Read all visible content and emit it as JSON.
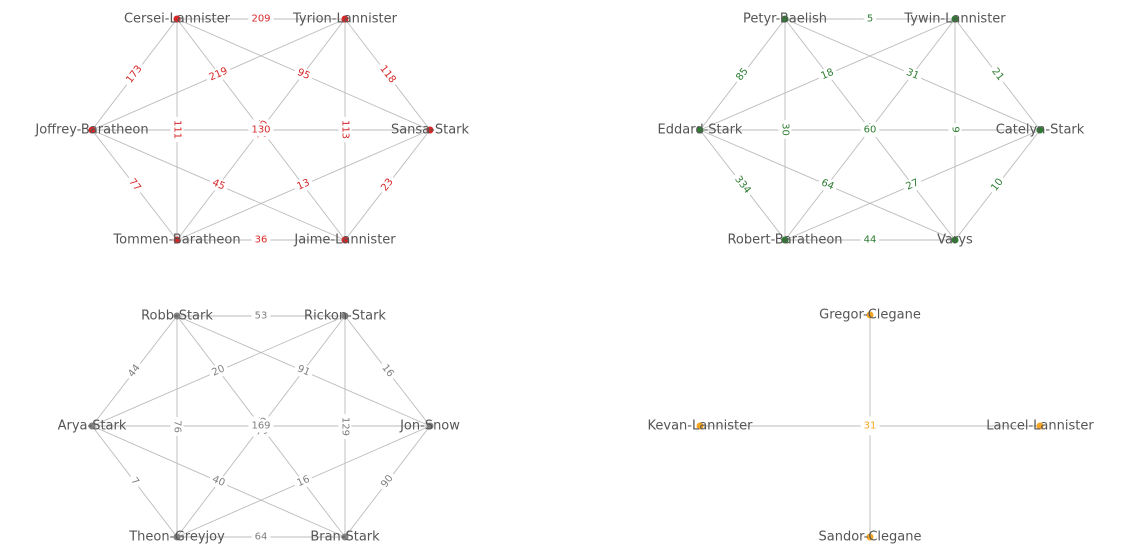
{
  "graphs": [
    {
      "color": "#d62728",
      "nodes": [
        "Cersei-Lannister",
        "Tyrion-Lannister",
        "Joffrey-Baratheon",
        "Sansa-Stark",
        "Tommen-Baratheon",
        "Jaime-Lannister"
      ],
      "edges": [
        {
          "source": "Cersei-Lannister",
          "target": "Tyrion-Lannister",
          "weight": 209
        },
        {
          "source": "Cersei-Lannister",
          "target": "Joffrey-Baratheon",
          "weight": 173
        },
        {
          "source": "Cersei-Lannister",
          "target": "Tommen-Baratheon",
          "weight": 111
        },
        {
          "source": "Cersei-Lannister",
          "target": "Sansa-Stark",
          "weight": 95
        },
        {
          "source": "Cersei-Lannister",
          "target": "Jaime-Lannister",
          "weight": 130
        },
        {
          "source": "Tyrion-Lannister",
          "target": "Joffrey-Baratheon",
          "weight": 219
        },
        {
          "source": "Tyrion-Lannister",
          "target": "Sansa-Stark",
          "weight": 118
        },
        {
          "source": "Tyrion-Lannister",
          "target": "Jaime-Lannister",
          "weight": 113
        },
        {
          "source": "Tyrion-Lannister",
          "target": "Tommen-Baratheon",
          "weight": 130
        },
        {
          "source": "Joffrey-Baratheon",
          "target": "Sansa-Stark",
          "weight": 130
        },
        {
          "source": "Joffrey-Baratheon",
          "target": "Tommen-Baratheon",
          "weight": 77
        },
        {
          "source": "Joffrey-Baratheon",
          "target": "Jaime-Lannister",
          "weight": 45
        },
        {
          "source": "Sansa-Stark",
          "target": "Tommen-Baratheon",
          "weight": 13
        },
        {
          "source": "Sansa-Stark",
          "target": "Jaime-Lannister",
          "weight": 23
        },
        {
          "source": "Tommen-Baratheon",
          "target": "Jaime-Lannister",
          "weight": 36
        }
      ]
    },
    {
      "color": "#2e7d32",
      "nodes": [
        "Petyr-Baelish",
        "Tywin-Lannister",
        "Eddard-Stark",
        "Catelyn-Stark",
        "Robert-Baratheon",
        "Varys"
      ],
      "edges": [
        {
          "source": "Petyr-Baelish",
          "target": "Tywin-Lannister",
          "weight": 5
        },
        {
          "source": "Petyr-Baelish",
          "target": "Eddard-Stark",
          "weight": 85
        },
        {
          "source": "Petyr-Baelish",
          "target": "Robert-Baratheon",
          "weight": 30
        },
        {
          "source": "Petyr-Baelish",
          "target": "Catelyn-Stark",
          "weight": 31
        },
        {
          "source": "Petyr-Baelish",
          "target": "Varys",
          "weight": 60
        },
        {
          "source": "Tywin-Lannister",
          "target": "Eddard-Stark",
          "weight": 18
        },
        {
          "source": "Tywin-Lannister",
          "target": "Catelyn-Stark",
          "weight": 21
        },
        {
          "source": "Tywin-Lannister",
          "target": "Varys",
          "weight": 9
        },
        {
          "source": "Tywin-Lannister",
          "target": "Robert-Baratheon",
          "weight": 60
        },
        {
          "source": "Eddard-Stark",
          "target": "Catelyn-Stark",
          "weight": 60
        },
        {
          "source": "Eddard-Stark",
          "target": "Robert-Baratheon",
          "weight": 334
        },
        {
          "source": "Eddard-Stark",
          "target": "Varys",
          "weight": 64
        },
        {
          "source": "Catelyn-Stark",
          "target": "Robert-Baratheon",
          "weight": 27
        },
        {
          "source": "Catelyn-Stark",
          "target": "Varys",
          "weight": 10
        },
        {
          "source": "Robert-Baratheon",
          "target": "Varys",
          "weight": 44
        }
      ]
    },
    {
      "color": "#808080",
      "nodes": [
        "Robb-Stark",
        "Rickon-Stark",
        "Arya-Stark",
        "Jon-Snow",
        "Theon-Greyjoy",
        "Bran-Stark"
      ],
      "edges": [
        {
          "source": "Robb-Stark",
          "target": "Rickon-Stark",
          "weight": 53
        },
        {
          "source": "Robb-Stark",
          "target": "Arya-Stark",
          "weight": 44
        },
        {
          "source": "Robb-Stark",
          "target": "Theon-Greyjoy",
          "weight": 76
        },
        {
          "source": "Robb-Stark",
          "target": "Jon-Snow",
          "weight": 91
        },
        {
          "source": "Robb-Stark",
          "target": "Bran-Stark",
          "weight": 169
        },
        {
          "source": "Rickon-Stark",
          "target": "Arya-Stark",
          "weight": 20
        },
        {
          "source": "Rickon-Stark",
          "target": "Jon-Snow",
          "weight": 16
        },
        {
          "source": "Rickon-Stark",
          "target": "Bran-Stark",
          "weight": 129
        },
        {
          "source": "Rickon-Stark",
          "target": "Theon-Greyjoy",
          "weight": 169
        },
        {
          "source": "Arya-Stark",
          "target": "Jon-Snow",
          "weight": 169
        },
        {
          "source": "Arya-Stark",
          "target": "Theon-Greyjoy",
          "weight": 7
        },
        {
          "source": "Arya-Stark",
          "target": "Bran-Stark",
          "weight": 40
        },
        {
          "source": "Jon-Snow",
          "target": "Theon-Greyjoy",
          "weight": 16
        },
        {
          "source": "Jon-Snow",
          "target": "Bran-Stark",
          "weight": 90
        },
        {
          "source": "Theon-Greyjoy",
          "target": "Bran-Stark",
          "weight": 64
        }
      ]
    },
    {
      "color": "#f5a623",
      "nodes": [
        "Gregor-Clegane",
        "Kevan-Lannister",
        "Lancel-Lannister",
        "Sandor-Clegane"
      ],
      "edges": [
        {
          "source": "Gregor-Clegane",
          "target": "Sandor-Clegane",
          "weight": 31
        },
        {
          "source": "Kevan-Lannister",
          "target": "Lancel-Lannister",
          "weight": 31
        }
      ]
    }
  ]
}
